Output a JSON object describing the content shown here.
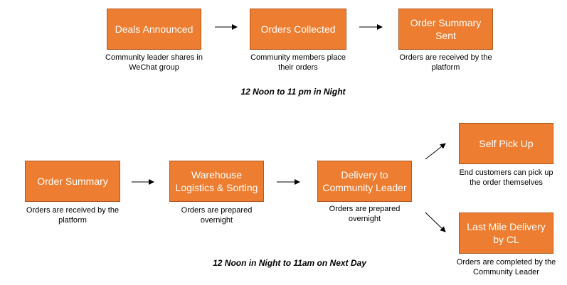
{
  "row1": {
    "boxes": [
      {
        "label": "Deals Announced",
        "caption": "Community leader shares in WeChat group"
      },
      {
        "label": "Orders Collected",
        "caption": "Community members place their orders"
      },
      {
        "label": "Order Summary Sent",
        "caption": "Orders are received by the platform"
      }
    ],
    "period": "12 Noon to 11 pm in Night"
  },
  "row2": {
    "boxes": [
      {
        "label": "Order Summary",
        "caption": "Orders are received by the platform"
      },
      {
        "label": "Warehouse Logistics & Sorting",
        "caption": "Orders are prepared overnight"
      },
      {
        "label": "Delivery to Community Leader",
        "caption": "Orders are prepared overnight"
      },
      {
        "label": "Self Pick Up",
        "caption": "End customers can pick up the order themselves"
      },
      {
        "label": "Last Mile Delivery by CL",
        "caption": "Orders are completed by the Community Leader"
      }
    ],
    "period": "12 Noon in Night to 11am on Next Day"
  },
  "colors": {
    "box_fill": "#ED7D31",
    "box_border": "#AE5A21",
    "box_text": "#FFFFFF",
    "arrow": "#000000"
  }
}
